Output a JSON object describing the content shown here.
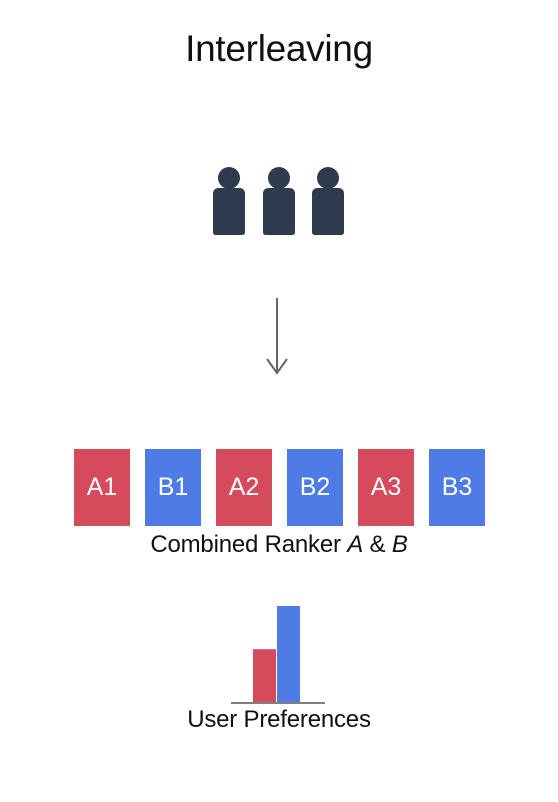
{
  "title": "Interleaving",
  "colors": {
    "ranker_a": "#d64b5b",
    "ranker_b": "#4f7be6",
    "users": "#2e3a4d",
    "arrow": "#666666"
  },
  "users_icon": "three-people-icon",
  "ranking": {
    "items": [
      {
        "label": "A1",
        "ranker": "A"
      },
      {
        "label": "B1",
        "ranker": "B"
      },
      {
        "label": "A2",
        "ranker": "A"
      },
      {
        "label": "B2",
        "ranker": "B"
      },
      {
        "label": "A3",
        "ranker": "A"
      },
      {
        "label": "B3",
        "ranker": "B"
      }
    ],
    "caption_prefix": "Combined Ranker ",
    "caption_a": "A",
    "caption_amp": " & ",
    "caption_b": "B"
  },
  "preferences": {
    "caption": "User Preferences",
    "values": [
      {
        "ranker": "A",
        "value": 0.55
      },
      {
        "ranker": "B",
        "value": 1.0
      }
    ]
  }
}
